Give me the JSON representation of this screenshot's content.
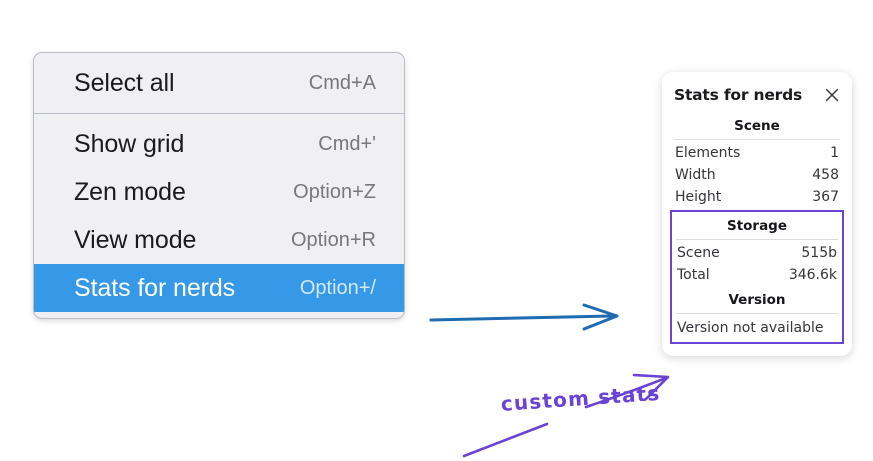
{
  "context_menu": {
    "groups": [
      {
        "items": [
          {
            "label": "Select all",
            "shortcut": "Cmd+A",
            "selected": false
          }
        ]
      },
      {
        "items": [
          {
            "label": "Show grid",
            "shortcut": "Cmd+'",
            "selected": false
          },
          {
            "label": "Zen mode",
            "shortcut": "Option+Z",
            "selected": false
          },
          {
            "label": "View mode",
            "shortcut": "Option+R",
            "selected": false
          },
          {
            "label": "Stats for nerds",
            "shortcut": "Option+/",
            "selected": true
          }
        ]
      }
    ],
    "selected_background": "#3699e8",
    "background": "#f0f0f2"
  },
  "stats_panel": {
    "title": "Stats for nerds",
    "close_icon": "close-icon",
    "scene": {
      "heading": "Scene",
      "rows": [
        {
          "label": "Elements",
          "value": "1"
        },
        {
          "label": "Width",
          "value": "458"
        },
        {
          "label": "Height",
          "value": "367"
        }
      ]
    },
    "storage": {
      "heading": "Storage",
      "rows": [
        {
          "label": "Scene",
          "value": "515b"
        },
        {
          "label": "Total",
          "value": "346.6k"
        }
      ]
    },
    "version": {
      "heading": "Version",
      "text": "Version not available"
    },
    "highlight_color": "#6a42d4"
  },
  "annotations": {
    "callout_label": "custom stats",
    "callout_color": "#6a42d4",
    "flow_arrow_color": "#1f6bb0"
  }
}
